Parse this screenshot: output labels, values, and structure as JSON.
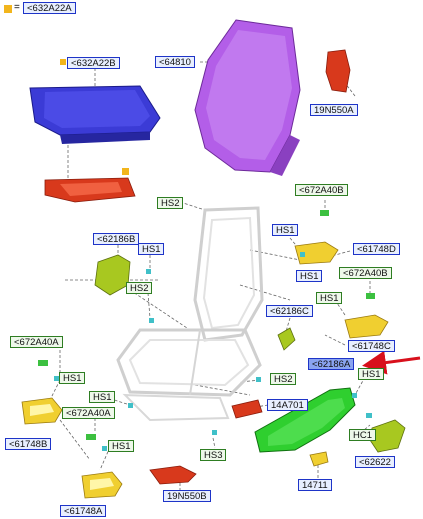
{
  "legend": {
    "equals": "=",
    "code": "<632A22A"
  },
  "labels": {
    "seat_cushion": "<632A22B",
    "seat_back": "<64810",
    "back_bracket": "19N550A",
    "hs2_top": "HS2",
    "trim_upper_left": "<62186B",
    "hs1_upper_left": "HS1",
    "hs2_upper_left": "HS2",
    "clip_right_top": "<672A40B",
    "hs1_right_upper": "HS1",
    "cover_right_upper": "<61748D",
    "hs1_right_mid": "HS1",
    "clip_right_mid": "<672A40B",
    "hs1_right_low": "HS1",
    "trim_center": "<62186C",
    "cover_right_low": "<61748C",
    "selected_trim": "<62186A",
    "hs1_selected": "HS1",
    "hs2_center": "HS2",
    "hs1_center": "HS1",
    "bracket_center": "14A701",
    "hc1": "HC1",
    "trim_bottom_right": "<62622",
    "clip_left_top": "<672A40A",
    "hs1_left_top": "HS1",
    "cover_left_top": "<61748B",
    "clip_left_low": "<672A40A",
    "hs1_left_low": "HS1",
    "hs3": "HS3",
    "bracket_bottom": "19N550B",
    "part_bottom": "14711",
    "cover_left_low": "<61748A"
  },
  "colors": {
    "cushion": "#3b3bd6",
    "back": "#b35ee8",
    "red_parts": "#d8391c",
    "green_trim": "#2fcf2f",
    "yellow_parts": "#f0cf30",
    "olive_trim": "#a8c820",
    "arrow": "#d8101c"
  }
}
